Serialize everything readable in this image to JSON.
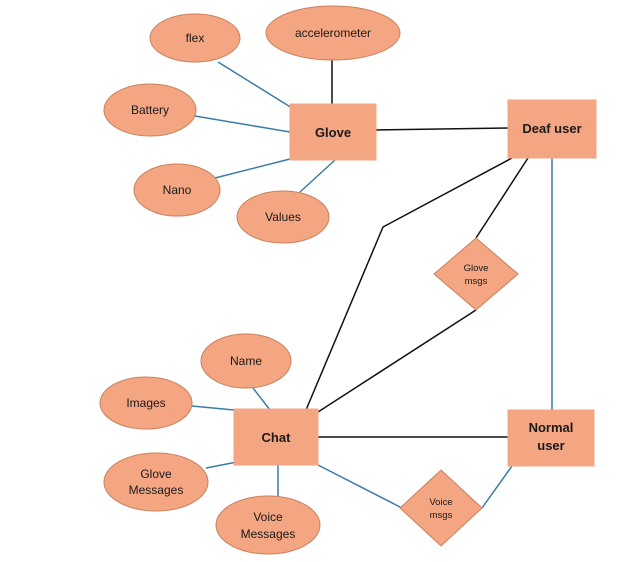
{
  "entities": {
    "glove": "Glove",
    "deaf_user": "Deaf user",
    "chat": "Chat",
    "normal_user": [
      "Normal",
      "user"
    ]
  },
  "attributes": {
    "flex": "flex",
    "accelerometer": "accelerometer",
    "battery": "Battery",
    "nano": "Nano",
    "values": "Values",
    "name": "Name",
    "images": "Images",
    "glove_messages": [
      "Glove",
      "Messages"
    ],
    "voice_messages": [
      "Voice",
      "Messages"
    ]
  },
  "relationships": {
    "glove_msgs": [
      "Glove",
      "msgs"
    ],
    "voice_msgs": [
      "Voice",
      "msgs"
    ]
  },
  "colors": {
    "shape_fill": "#f4a582",
    "attribute_edge": "#3a7ca5",
    "relationship_edge": "#111111"
  }
}
